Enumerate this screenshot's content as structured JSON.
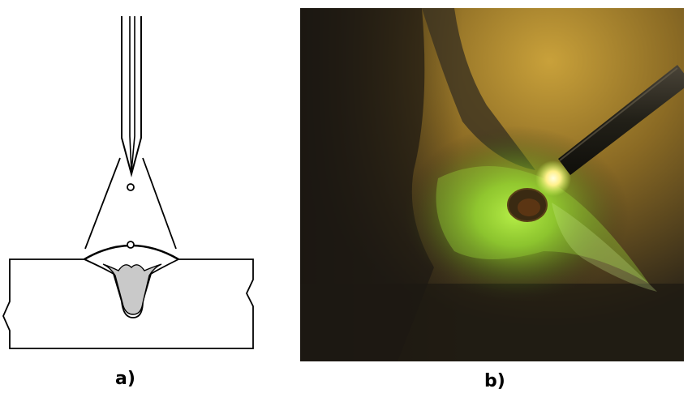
{
  "figure": {
    "panels": [
      {
        "label": "a)",
        "type": "schematic"
      },
      {
        "label": "b)",
        "type": "photo"
      }
    ],
    "colors": {
      "line": "#000000",
      "weld_pool_fill": "#cccccc",
      "background": "#ffffff",
      "photo_glow": "#a8ff3a",
      "photo_bright": "#fff6a0",
      "photo_dark": "#1a1610",
      "photo_amber": "#b0882a"
    }
  }
}
